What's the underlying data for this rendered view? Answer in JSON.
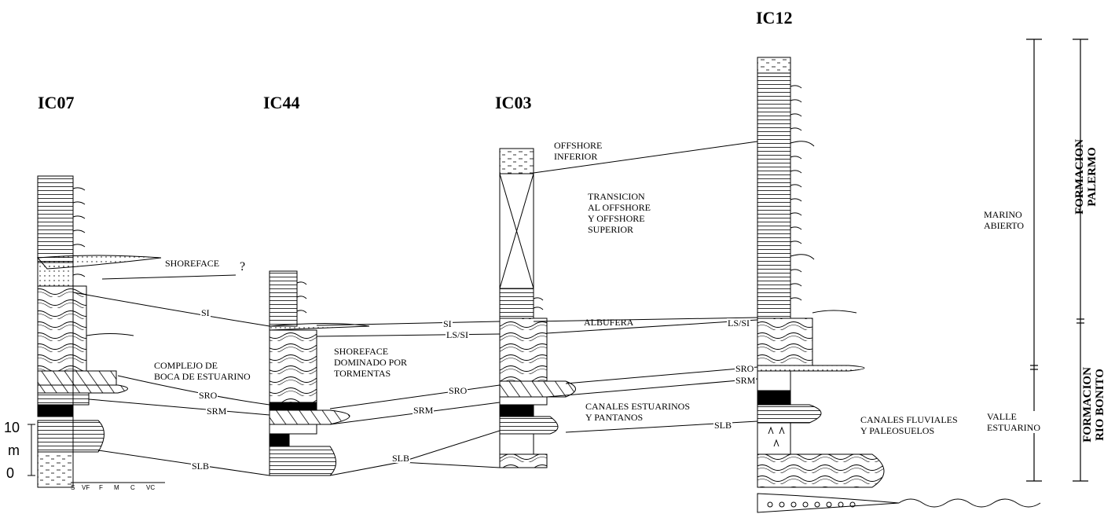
{
  "wells": {
    "ic07": "IC07",
    "ic44": "IC44",
    "ic03": "IC03",
    "ic12": "IC12"
  },
  "facies": {
    "shoreface": "SHOREFACE",
    "question": "?",
    "offshore_inferior": "OFFSHORE\nINFERIOR",
    "transicion": "TRANSICION\nAL OFFSHORE\nY OFFSHORE\nSUPERIOR",
    "albufera": "ALBUFERA",
    "complejo": "COMPLEJO DE\nBOCA DE ESTUARINO",
    "shoreface_tormentas": "SHOREFACE\nDOMINADO POR\nTORMENTAS",
    "canales_estuarinos": "CANALES ESTUARINOS\nY PANTANOS",
    "canales_fluviales": "CANALES FLUVIALES\nY PALEOSUELOS",
    "marino_abierto": "MARINO\nABIERTO",
    "valle_estuarino": "VALLE\nESTUARINO"
  },
  "surfaces": {
    "si": "SI",
    "ls_si": "LS/SI",
    "sro": "SRO",
    "srm": "SRM",
    "slb": "SLB"
  },
  "formations": {
    "palermo": "FORMACION\nPALERMO",
    "rio_bonito": "FORMACION\nRIO BONITO"
  },
  "scale": {
    "top": "10",
    "unit": "m",
    "bottom": "0",
    "grain_sizes": [
      "S",
      "VF",
      "F",
      "M",
      "C",
      "VC"
    ]
  }
}
